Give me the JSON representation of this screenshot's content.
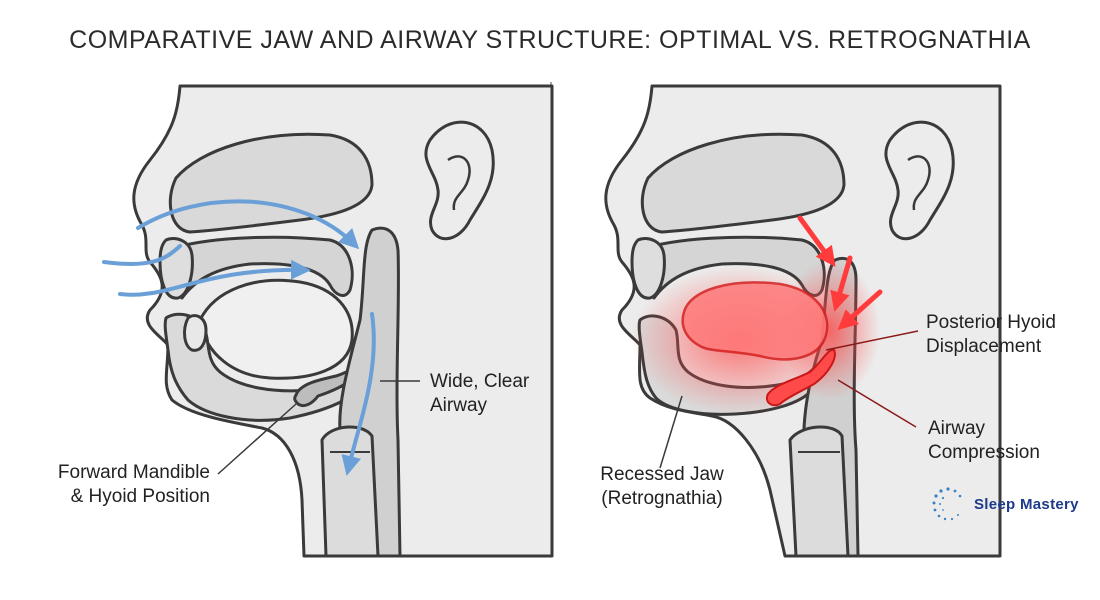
{
  "title": "COMPARATIVE JAW AND AIRWAY STRUCTURE: OPTIMAL VS. RETROGNATHIA",
  "left_panel": {
    "labels": {
      "forward_mandible": "Forward Mandible\n& Hyoid Position",
      "wide_airway": "Wide, Clear\nAirway"
    }
  },
  "right_panel": {
    "labels": {
      "recessed_jaw": "Recessed Jaw\n(Retrognathia)",
      "posterior_hyoid": "Posterior Hyoid\nDisplacement",
      "airway_compression": "Airway\nCompression"
    }
  },
  "brand": {
    "name": "Sleep Mastery"
  },
  "colors": {
    "outline": "#3a3a3a",
    "fill": "#e3e3e3",
    "airflow": "#6a9fd8",
    "compression": "#ff3b3b",
    "brand": "#1e3a8a"
  }
}
